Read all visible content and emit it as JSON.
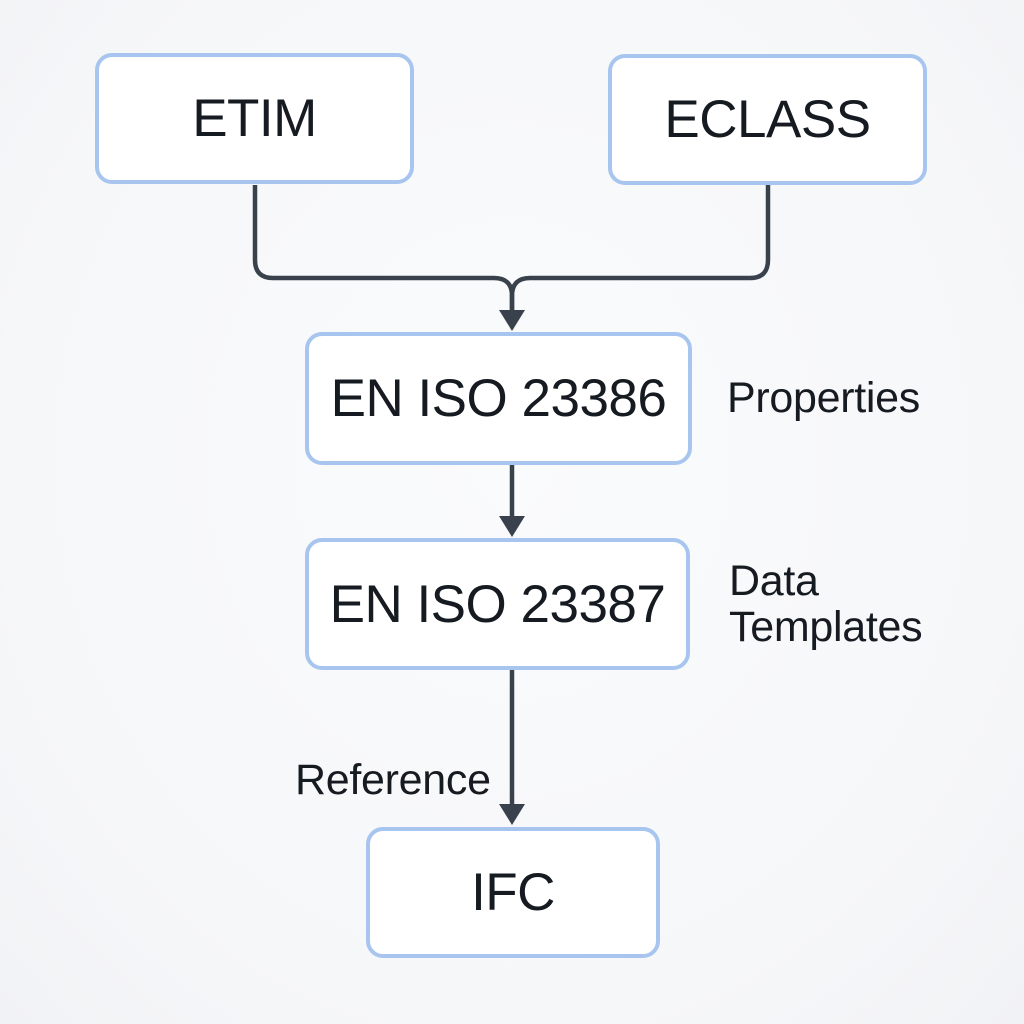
{
  "colors": {
    "background": "#f6f7f9",
    "node_border": "#a7c5ef",
    "node_fill": "#ffffff",
    "connector": "#39424c",
    "text": "#161b22"
  },
  "nodes": {
    "etim": {
      "label": "ETIM"
    },
    "eclass": {
      "label": "ECLASS"
    },
    "en_iso_23386": {
      "label": "EN ISO 23386"
    },
    "en_iso_23387": {
      "label": "EN ISO 23387"
    },
    "ifc": {
      "label": "IFC"
    }
  },
  "annotations": {
    "properties": {
      "text": "Properties"
    },
    "data_templates": {
      "line1": "Data",
      "line2": "Templates"
    },
    "reference": {
      "text": "Reference"
    }
  },
  "edges": [
    {
      "from": "ETIM",
      "to": "EN ISO 23386",
      "type": "arrow"
    },
    {
      "from": "ECLASS",
      "to": "EN ISO 23386",
      "type": "arrow"
    },
    {
      "from": "EN ISO 23386",
      "to": "EN ISO 23387",
      "type": "arrow"
    },
    {
      "from": "EN ISO 23387",
      "to": "IFC",
      "type": "arrow",
      "label": "Reference"
    }
  ]
}
